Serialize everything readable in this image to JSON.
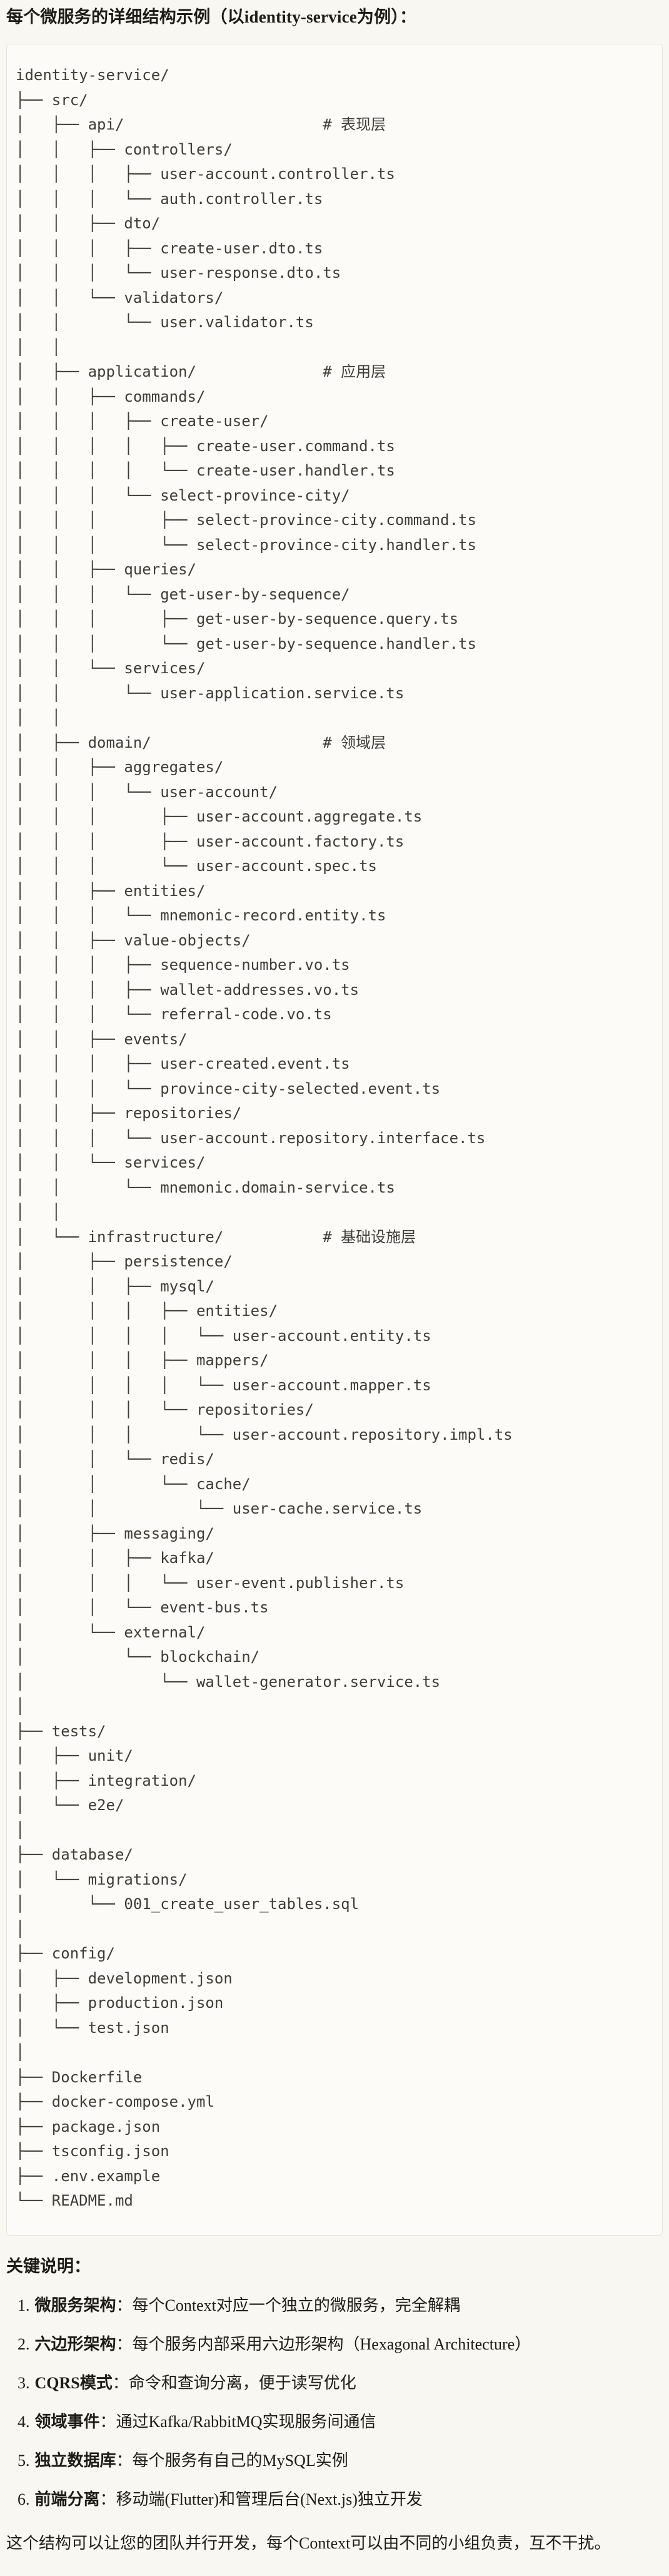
{
  "page": {
    "title": "每个微服务的详细结构示例（以identity-service为例）："
  },
  "tree": {
    "lines": [
      "identity-service/",
      "├── src/",
      "│   ├── api/                      # 表现层",
      "│   │   ├── controllers/",
      "│   │   │   ├── user-account.controller.ts",
      "│   │   │   └── auth.controller.ts",
      "│   │   ├── dto/",
      "│   │   │   ├── create-user.dto.ts",
      "│   │   │   └── user-response.dto.ts",
      "│   │   └── validators/",
      "│   │       └── user.validator.ts",
      "│   │",
      "│   ├── application/              # 应用层",
      "│   │   ├── commands/",
      "│   │   │   ├── create-user/",
      "│   │   │   │   ├── create-user.command.ts",
      "│   │   │   │   └── create-user.handler.ts",
      "│   │   │   └── select-province-city/",
      "│   │   │       ├── select-province-city.command.ts",
      "│   │   │       └── select-province-city.handler.ts",
      "│   │   ├── queries/",
      "│   │   │   └── get-user-by-sequence/",
      "│   │   │       ├── get-user-by-sequence.query.ts",
      "│   │   │       └── get-user-by-sequence.handler.ts",
      "│   │   └── services/",
      "│   │       └── user-application.service.ts",
      "│   │",
      "│   ├── domain/                   # 领域层",
      "│   │   ├── aggregates/",
      "│   │   │   └── user-account/",
      "│   │   │       ├── user-account.aggregate.ts",
      "│   │   │       ├── user-account.factory.ts",
      "│   │   │       └── user-account.spec.ts",
      "│   │   ├── entities/",
      "│   │   │   └── mnemonic-record.entity.ts",
      "│   │   ├── value-objects/",
      "│   │   │   ├── sequence-number.vo.ts",
      "│   │   │   ├── wallet-addresses.vo.ts",
      "│   │   │   └── referral-code.vo.ts",
      "│   │   ├── events/",
      "│   │   │   ├── user-created.event.ts",
      "│   │   │   └── province-city-selected.event.ts",
      "│   │   ├── repositories/",
      "│   │   │   └── user-account.repository.interface.ts",
      "│   │   └── services/",
      "│   │       └── mnemonic.domain-service.ts",
      "│   │",
      "│   └── infrastructure/           # 基础设施层",
      "│       ├── persistence/",
      "│       │   ├── mysql/",
      "│       │   │   ├── entities/",
      "│       │   │   │   └── user-account.entity.ts",
      "│       │   │   ├── mappers/",
      "│       │   │   │   └── user-account.mapper.ts",
      "│       │   │   └── repositories/",
      "│       │   │       └── user-account.repository.impl.ts",
      "│       │   └── redis/",
      "│       │       └── cache/",
      "│       │           └── user-cache.service.ts",
      "│       ├── messaging/",
      "│       │   ├── kafka/",
      "│       │   │   └── user-event.publisher.ts",
      "│       │   └── event-bus.ts",
      "│       └── external/",
      "│           └── blockchain/",
      "│               └── wallet-generator.service.ts",
      "│",
      "├── tests/",
      "│   ├── unit/",
      "│   ├── integration/",
      "│   └── e2e/",
      "│",
      "├── database/",
      "│   └── migrations/",
      "│       └── 001_create_user_tables.sql",
      "│",
      "├── config/",
      "│   ├── development.json",
      "│   ├── production.json",
      "│   └── test.json",
      "│",
      "├── Dockerfile",
      "├── docker-compose.yml",
      "├── package.json",
      "├── tsconfig.json",
      "├── .env.example",
      "└── README.md"
    ]
  },
  "notes": {
    "heading": "关键说明：",
    "items": [
      {
        "number": "1.",
        "label": "微服务架构",
        "colon": "：",
        "text": "每个Context对应一个独立的微服务，完全解耦"
      },
      {
        "number": "2.",
        "label": "六边形架构",
        "colon": "：",
        "text": "每个服务内部采用六边形架构（Hexagonal Architecture）"
      },
      {
        "number": "3.",
        "label": "CQRS模式",
        "colon": "：",
        "text": "命令和查询分离，便于读写优化"
      },
      {
        "number": "4.",
        "label": "领域事件",
        "colon": "：",
        "text": "通过Kafka/RabbitMQ实现服务间通信"
      },
      {
        "number": "5.",
        "label": "独立数据库",
        "colon": "：",
        "text": "每个服务有自己的MySQL实例"
      },
      {
        "number": "6.",
        "label": "前端分离",
        "colon": "：",
        "text": "移动端(Flutter)和管理后台(Next.js)独立开发"
      }
    ],
    "closing": "这个结构可以让您的团队并行开发，每个Context可以由不同的小组负责，互不干扰。"
  },
  "colors": {
    "page-bg": "#f8f7f1",
    "code-bg": "#fcfbf7",
    "code-border": "#e7e4da",
    "code-text": "#3e3d38",
    "text": "#1d1c17"
  }
}
